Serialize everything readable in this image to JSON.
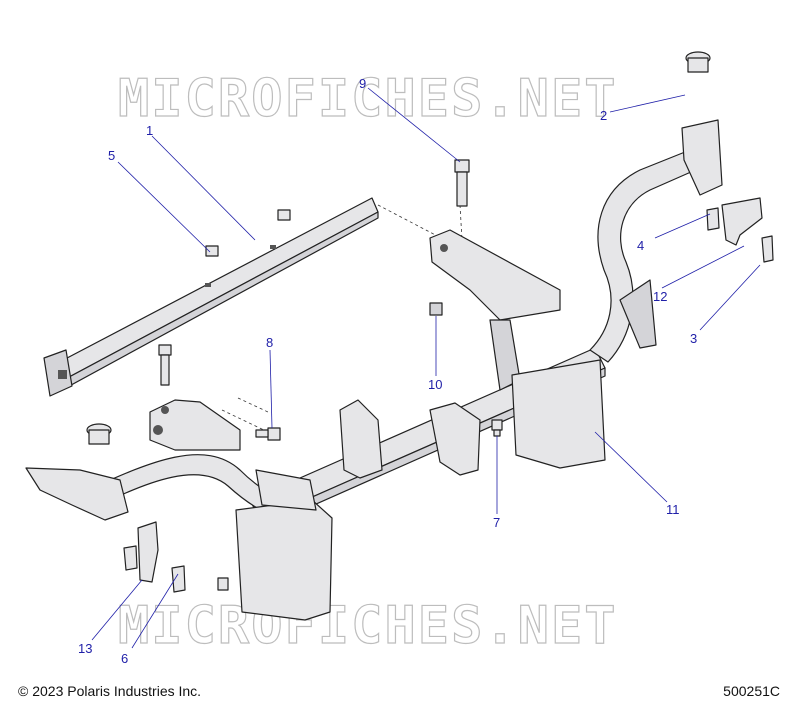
{
  "watermark": "MICROFICHES.NET",
  "copyright": "© 2023 Polaris Industries Inc.",
  "diagram_code": "500251C",
  "callouts": {
    "c1": "1",
    "c2": "2",
    "c3": "3",
    "c4": "4",
    "c5": "5",
    "c6": "6",
    "c7": "7",
    "c8": "8",
    "c9": "9",
    "c10": "10",
    "c11": "11",
    "c12": "12",
    "c13": "13"
  },
  "colors": {
    "callout": "#1f1fa8",
    "part_fill": "#e6e6e8",
    "outline": "#222222"
  }
}
